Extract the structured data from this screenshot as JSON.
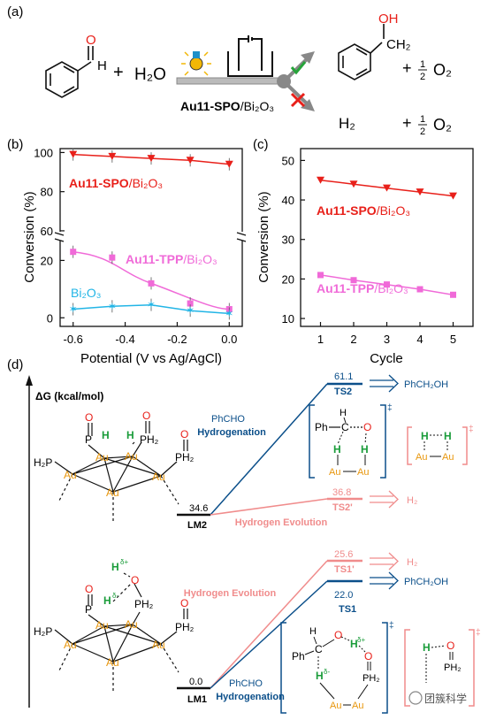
{
  "panel_labels": {
    "a": "(a)",
    "b": "(b)",
    "c": "(c)",
    "d": "(d)"
  },
  "scheme": {
    "plus": "+",
    "water": "H₂O",
    "catalyst_bold": "Au11-SPO",
    "catalyst_rest": "/Bi₂O₃",
    "oh": "OH",
    "ch2": "CH₂",
    "h2": "H₂",
    "half_num": "1",
    "half_den": "2",
    "o2": "O₂",
    "aldehyde_o": "O",
    "aldehyde_h": "H",
    "colors": {
      "oxygen": "#e8201a",
      "check": "#26a43a",
      "cross": "#e8201a",
      "lamp": "#f2b705"
    }
  },
  "chart_b": {
    "type": "line",
    "ylabel": "Conversion (%)",
    "xlabel": "Potential (V vs Ag/AgCl)",
    "x_ticks": [
      "-0.6",
      "-0.4",
      "-0.2",
      "0.0"
    ],
    "y_ticks_top": [
      "100",
      "80",
      "60"
    ],
    "y_ticks_bottom": [
      "20",
      "0"
    ],
    "series_labels": {
      "spo_bold": "Au11-SPO",
      "spo_rest": "/Bi₂O₃",
      "tpp_bold": "Au11-TPP",
      "tpp_rest": "/Bi₂O₃",
      "bi": "Bi₂O₃"
    }
  },
  "chart_c": {
    "type": "line",
    "ylabel": "Conversion (%)",
    "xlabel": "Cycle",
    "x_ticks": [
      "1",
      "2",
      "3",
      "4",
      "5"
    ],
    "y_ticks": [
      "10",
      "20",
      "30",
      "40",
      "50"
    ],
    "series_labels": {
      "spo_bold": "Au11-SPO",
      "spo_rest": "/Bi₂O₃",
      "tpp_bold": "Au11-TPP",
      "tpp_rest": "/Bi₂O₃"
    }
  },
  "chart_data": [
    {
      "type": "line",
      "xlabel": "Potential (V vs Ag/AgCl)",
      "ylabel": "Conversion (%)",
      "x": [
        -0.6,
        -0.45,
        -0.3,
        -0.15,
        0.0
      ],
      "xlim": [
        -0.65,
        0.05
      ],
      "axis_break": [
        30,
        55
      ],
      "series": [
        {
          "name": "Au11-SPO/Bi2O3",
          "values": [
            99,
            98,
            97,
            96,
            94
          ],
          "color": "#e8201a",
          "marker": "triangle-down"
        },
        {
          "name": "Au11-TPP/Bi2O3",
          "values": [
            23,
            21,
            12,
            5,
            3
          ],
          "color": "#f06ad8",
          "marker": "square"
        },
        {
          "name": "Bi2O3",
          "values": [
            3,
            4,
            4.5,
            2.5,
            1.5
          ],
          "color": "#22b5e6",
          "marker": "star"
        }
      ]
    },
    {
      "type": "line",
      "xlabel": "Cycle",
      "ylabel": "Conversion (%)",
      "x": [
        1,
        2,
        3,
        4,
        5
      ],
      "ylim": [
        8,
        53
      ],
      "series": [
        {
          "name": "Au11-SPO/Bi2O3",
          "values": [
            45,
            44,
            43,
            42,
            41
          ],
          "color": "#e8201a",
          "marker": "triangle-down"
        },
        {
          "name": "Au11-TPP/Bi2O3",
          "values": [
            21,
            19.7,
            18.6,
            17.4,
            16
          ],
          "color": "#f06ad8",
          "marker": "square"
        }
      ]
    }
  ],
  "energy": {
    "axis_label": "ΔG (kcal/mol)",
    "LM2": {
      "value": "34.6",
      "label": "LM2"
    },
    "LM1": {
      "value": "0.0",
      "label": "LM1"
    },
    "TS2": {
      "value": "61.1",
      "label": "TS2",
      "product": "PhCH₂OH"
    },
    "TS2p": {
      "value": "36.8",
      "label": "TS2'",
      "product": "H₂"
    },
    "TS1p": {
      "value": "25.6",
      "label": "TS1'",
      "product": "H₂"
    },
    "TS1": {
      "value": "22.0",
      "label": "TS1",
      "product": "PhCH₂OH"
    },
    "path_hydro_upper": [
      "PhCHO",
      "Hydrogenation"
    ],
    "path_hev_upper": "Hydrogen Evolution",
    "path_hev_lower": "Hydrogen Evolution",
    "path_hydro_lower": [
      "PhCHO",
      "Hydrogenation"
    ],
    "colors": {
      "blue": "#0b4f8a",
      "pink": "#f08c8c",
      "gold": "#e8960c",
      "green": "#1a9c3a",
      "red": "#e8201a"
    }
  },
  "structure_labels": {
    "p": "P",
    "o": "O",
    "h2p": "H₂P",
    "ph2": "PH₂",
    "au": "Au",
    "h": "H",
    "hdelta_plus": "H",
    "hdelta_minus": "H",
    "ph": "Ph",
    "c": "C",
    "dagger": "‡"
  },
  "watermark": "团簇科学"
}
